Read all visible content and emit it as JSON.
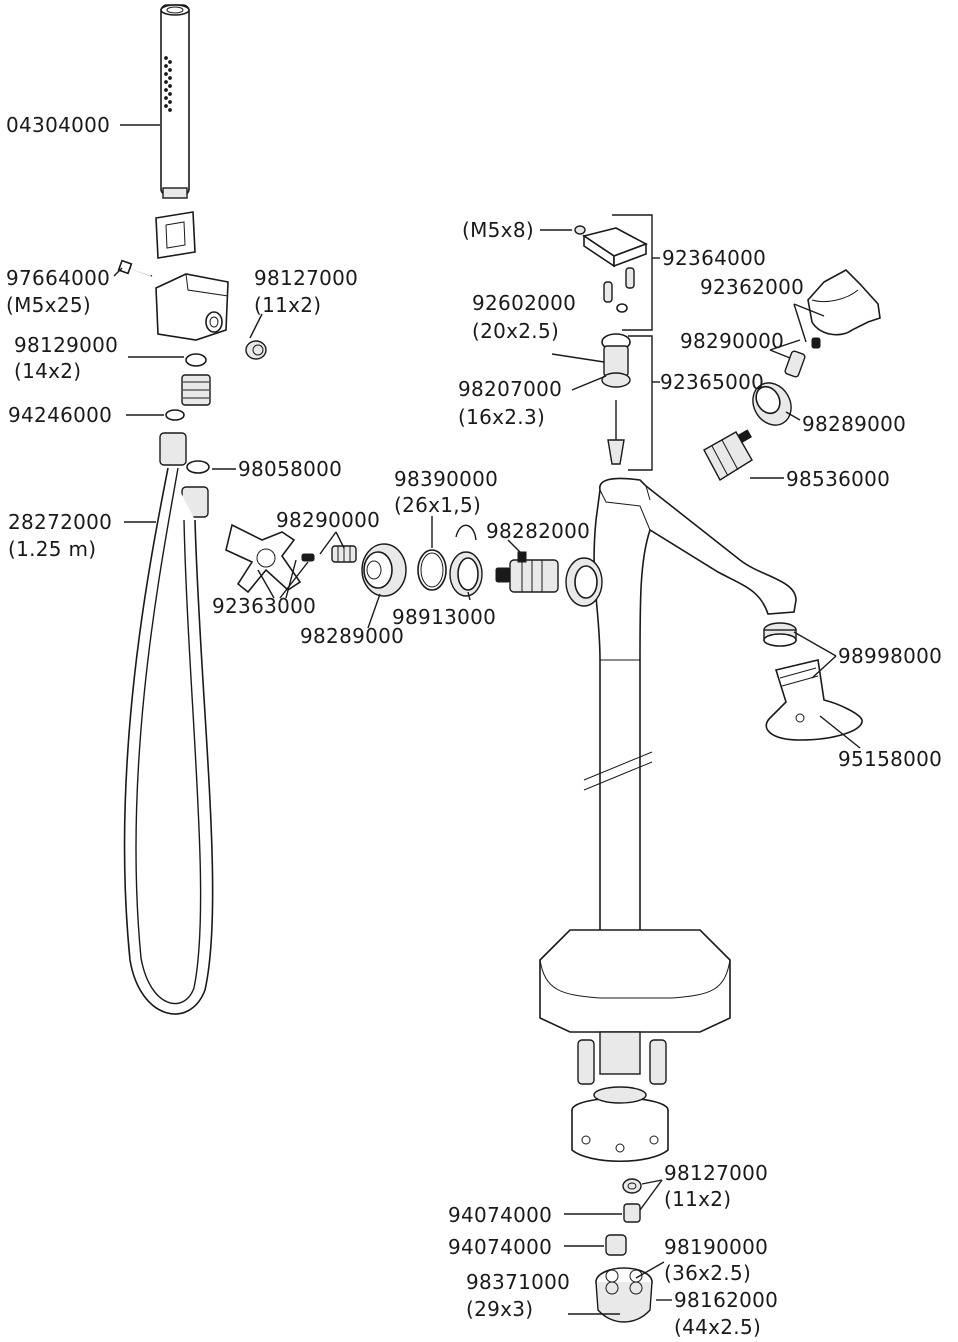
{
  "colors": {
    "line": "#1a1a1a",
    "fill": "#ffffff",
    "shade": "#e9e9e9"
  },
  "labels": {
    "hand_shower": "04304000",
    "screw_m5x25_code": "97664000",
    "screw_m5x25_size": "(M5x25)",
    "oring_11x2_top_code": "98127000",
    "oring_11x2_top_size": "(11x2)",
    "oring_14x2_code": "98129000",
    "oring_14x2_size": "(14x2)",
    "washer": "94246000",
    "hose_code": "28272000",
    "hose_length": "(1.25 m)",
    "hose_washer": "98058000",
    "screw_m5x8": "(M5x8)",
    "cap_set": "92364000",
    "handle_right": "92362000",
    "oring_20x2_5_code": "92602000",
    "oring_20x2_5_size": "(20x2.5)",
    "grub_right": "98290000",
    "oring_16x2_3_code": "98207000",
    "oring_16x2_3_size": "(16x2.3)",
    "extension_set": "92365000",
    "adapter_right": "98289000",
    "cartridge_right": "98536000",
    "oring_26x1_5_code": "98390000",
    "oring_26x1_5_size": "(26x1,5)",
    "grub_left": "98290000",
    "cartridge_left": "98282000",
    "handle_left": "92363000",
    "adapter_left": "98289000",
    "sleeve": "98913000",
    "aerator": "98998000",
    "aerator_key": "95158000",
    "oring_11x2_bottom_code": "98127000",
    "oring_11x2_bottom_size": "(11x2)",
    "check_valve_1": "94074000",
    "check_valve_2": "94074000",
    "oring_36x2_5_code": "98190000",
    "oring_36x2_5_size": "(36x2.5)",
    "oring_29x3_code": "98371000",
    "oring_29x3_size": "(29x3)",
    "oring_44x2_5_code": "98162000",
    "oring_44x2_5_size": "(44x2.5)"
  }
}
